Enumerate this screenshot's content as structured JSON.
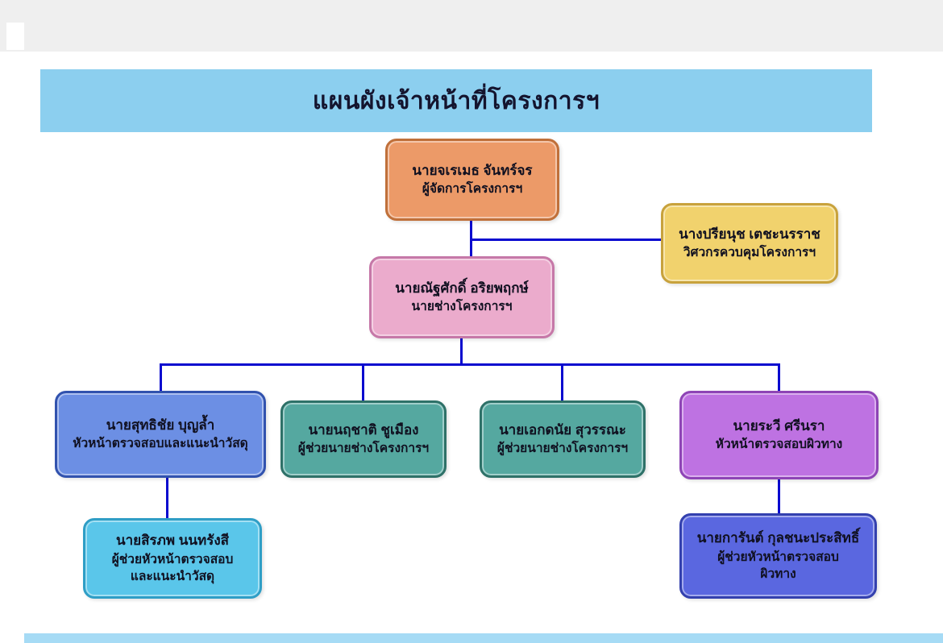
{
  "title": "แผนผังเจ้าหน้าที่โครงการฯ",
  "colors": {
    "title_bar": "#8CCFEF",
    "connector": "#0A0ACF",
    "bottom_strip": "#A6DBF5",
    "text": "#101020",
    "orange_fill": "#EC9A68",
    "orange_border": "#C0703A",
    "yellow_fill": "#F1D26D",
    "yellow_border": "#C8A23C",
    "pink_fill": "#EBABCC",
    "pink_border": "#C678A8",
    "blue_fill": "#6C8FE4",
    "blue_border": "#3152AE",
    "teal_fill": "#55A8A0",
    "teal_border": "#2E7168",
    "purple_fill": "#BE72E2",
    "purple_border": "#8E44B6",
    "cyan_fill": "#5AC6EA",
    "cyan_border": "#2F9EC6",
    "indigo_fill": "#5A67E0",
    "indigo_border": "#3340AE"
  },
  "nodes": {
    "manager": {
      "name": "นายจเรเมธ  จันทร์จร",
      "role": "ผู้จัดการโครงการฯ"
    },
    "engineer": {
      "name": "นางปรียนุช เตชะนรราช",
      "role": "วิศวกรควบคุมโครงการฯ"
    },
    "chief": {
      "name": "นายณัฐศักดิ์  อริยพฤกษ์",
      "role": "นายช่างโครงการฯ"
    },
    "materials_head": {
      "name": "นายสุทธิชัย  บุญล้ำ",
      "role": "หัวหน้าตรวจสอบและแนะนำวัสดุ"
    },
    "assistant1": {
      "name": "นายนฤชาติ  ชูเมือง",
      "role": "ผู้ช่วยนายช่างโครงการฯ"
    },
    "assistant2": {
      "name": "นายเอกดนัย  สุวรรณะ",
      "role": "ผู้ช่วยนายช่างโครงการฯ"
    },
    "surface_head": {
      "name": "นายระวี  ศรีนรา",
      "role": "หัวหน้าตรวจสอบผิวทาง"
    },
    "materials_assistant": {
      "name": "นายสิรภพ นนทรังสี",
      "role_line1": "ผู้ช่วยหัวหน้าตรวจสอบ",
      "role_line2": "และแนะนำวัสดุ"
    },
    "surface_assistant": {
      "name": "นายการันต์ กุลชนะประสิทธิ์",
      "role_line1": "ผู้ช่วยหัวหน้าตรวจสอบ",
      "role_line2": "ผิวทาง"
    }
  }
}
